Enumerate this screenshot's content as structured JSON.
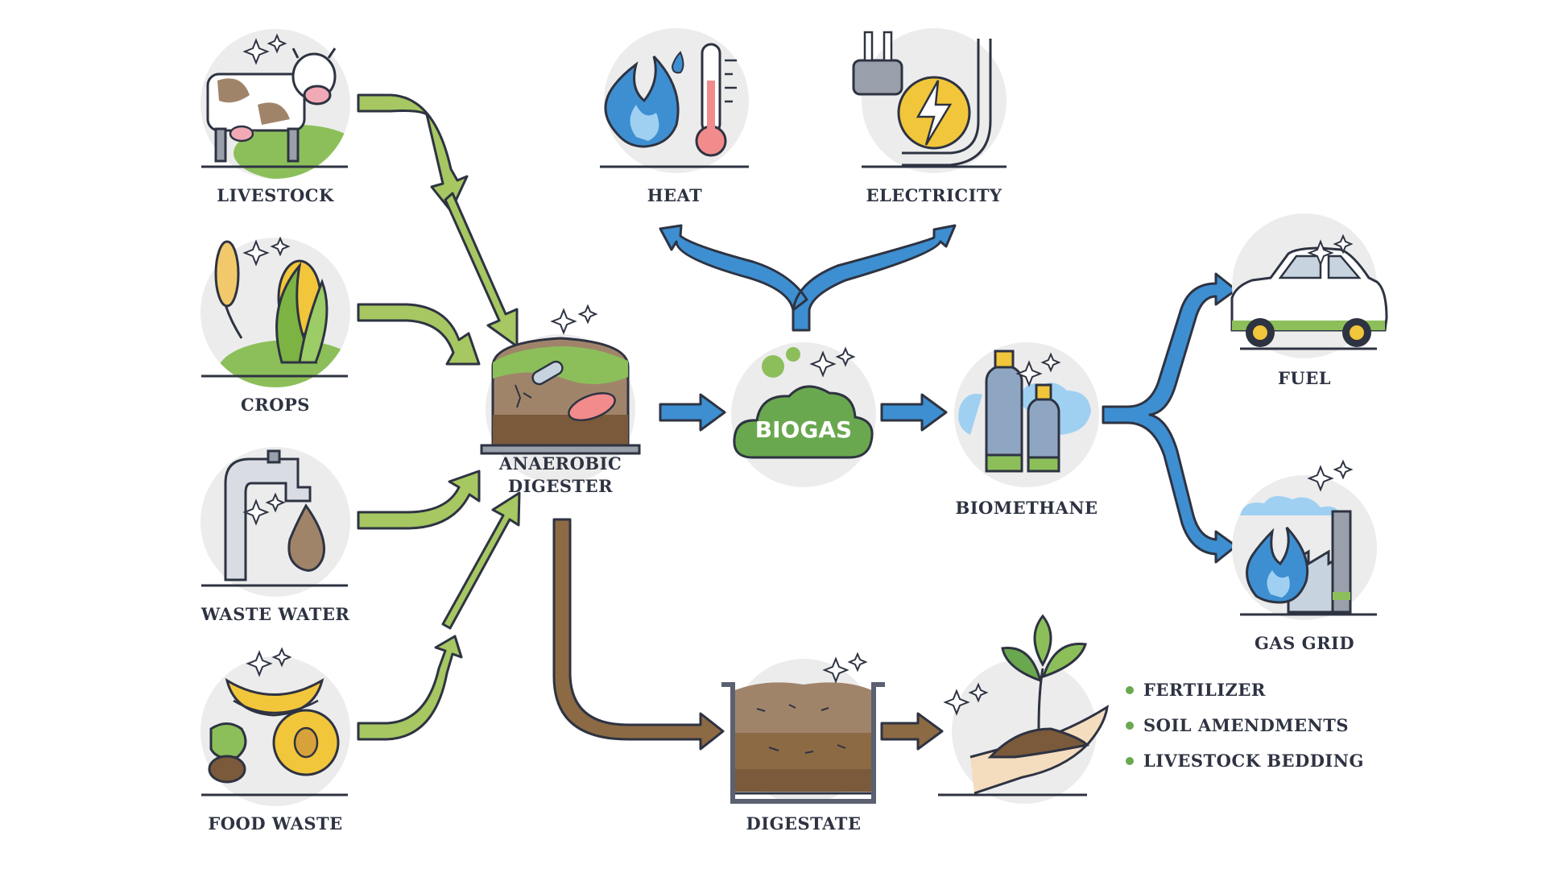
{
  "inputs": {
    "livestock": "LIVESTOCK",
    "crops": "CROPS",
    "waste_water": "WASTE WATER",
    "food_waste": "FOOD WASTE"
  },
  "digester": {
    "line1": "ANAEROBIC",
    "line2": "DIGESTER"
  },
  "biogas": "BIOGAS",
  "uses": {
    "heat": "HEAT",
    "electricity": "ELECTRICITY"
  },
  "biomethane": "BIOMETHANE",
  "biomethane_uses": {
    "fuel": "FUEL",
    "gas_grid": "GAS GRID"
  },
  "digestate": "DIGESTATE",
  "digestate_uses": [
    "FERTILIZER",
    "SOIL AMENDMENTS",
    "LIVESTOCK BEDDING"
  ],
  "colors": {
    "input_arrow": "#a6c761",
    "biogas_arrow": "#3d8fd1",
    "digestate_arrow": "#8c6a44",
    "outline": "#2e3342",
    "icon_circle": "#ececec",
    "bullet": "#6aa84f"
  },
  "icons": [
    "cow-icon",
    "crops-icon",
    "faucet-icon",
    "food-waste-icon",
    "digester-tank-icon",
    "biogas-cloud-icon",
    "flame-thermometer-icon",
    "power-plug-icon",
    "gas-cylinders-icon",
    "car-icon",
    "factory-flame-icon",
    "digestate-container-icon",
    "hand-sprout-icon"
  ]
}
